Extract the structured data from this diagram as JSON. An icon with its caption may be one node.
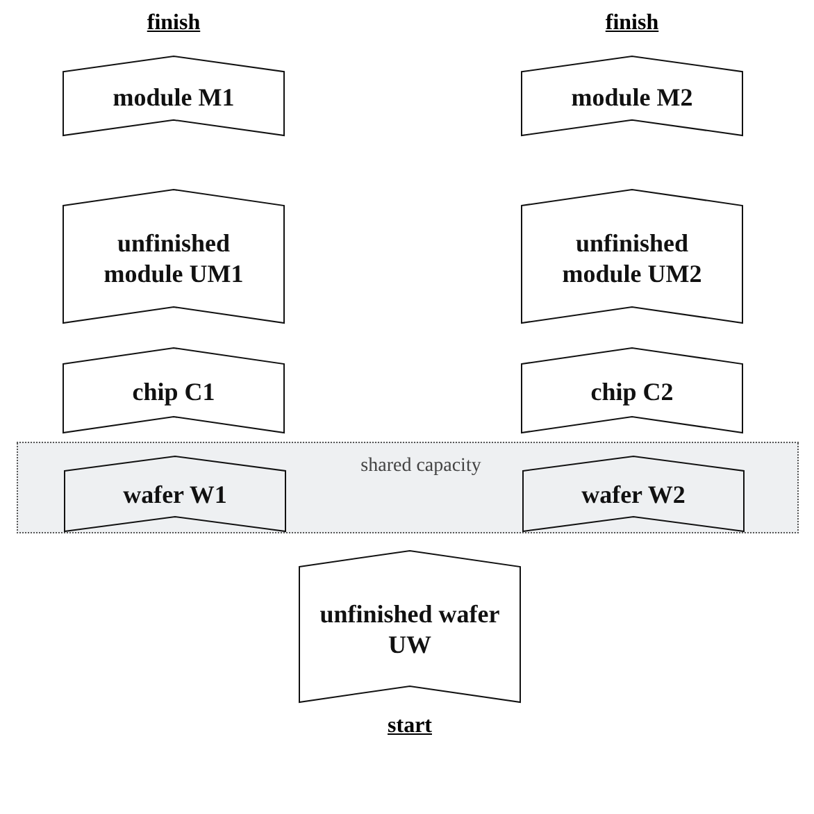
{
  "diagram": {
    "nodes": [
      {
        "text": [
          "module M1"
        ]
      },
      {
        "text": [
          "module M2"
        ]
      },
      {
        "text": [
          "unfinished module UM1"
        ]
      },
      {
        "text": [
          "unfinished module UM2"
        ]
      },
      {
        "text": [
          "chip C1"
        ]
      },
      {
        "text": [
          "chip C2"
        ]
      },
      {
        "text": [
          "shared capacity"
        ]
      },
      {
        "text": [
          "wafer W1"
        ],
        "in": 6
      },
      {
        "text": [
          "wafer W2"
        ],
        "in": 6
      },
      {
        "text": [
          "unfinished wafer UW"
        ]
      }
    ],
    "labels": [
      "finish",
      "finish",
      "start"
    ]
  }
}
